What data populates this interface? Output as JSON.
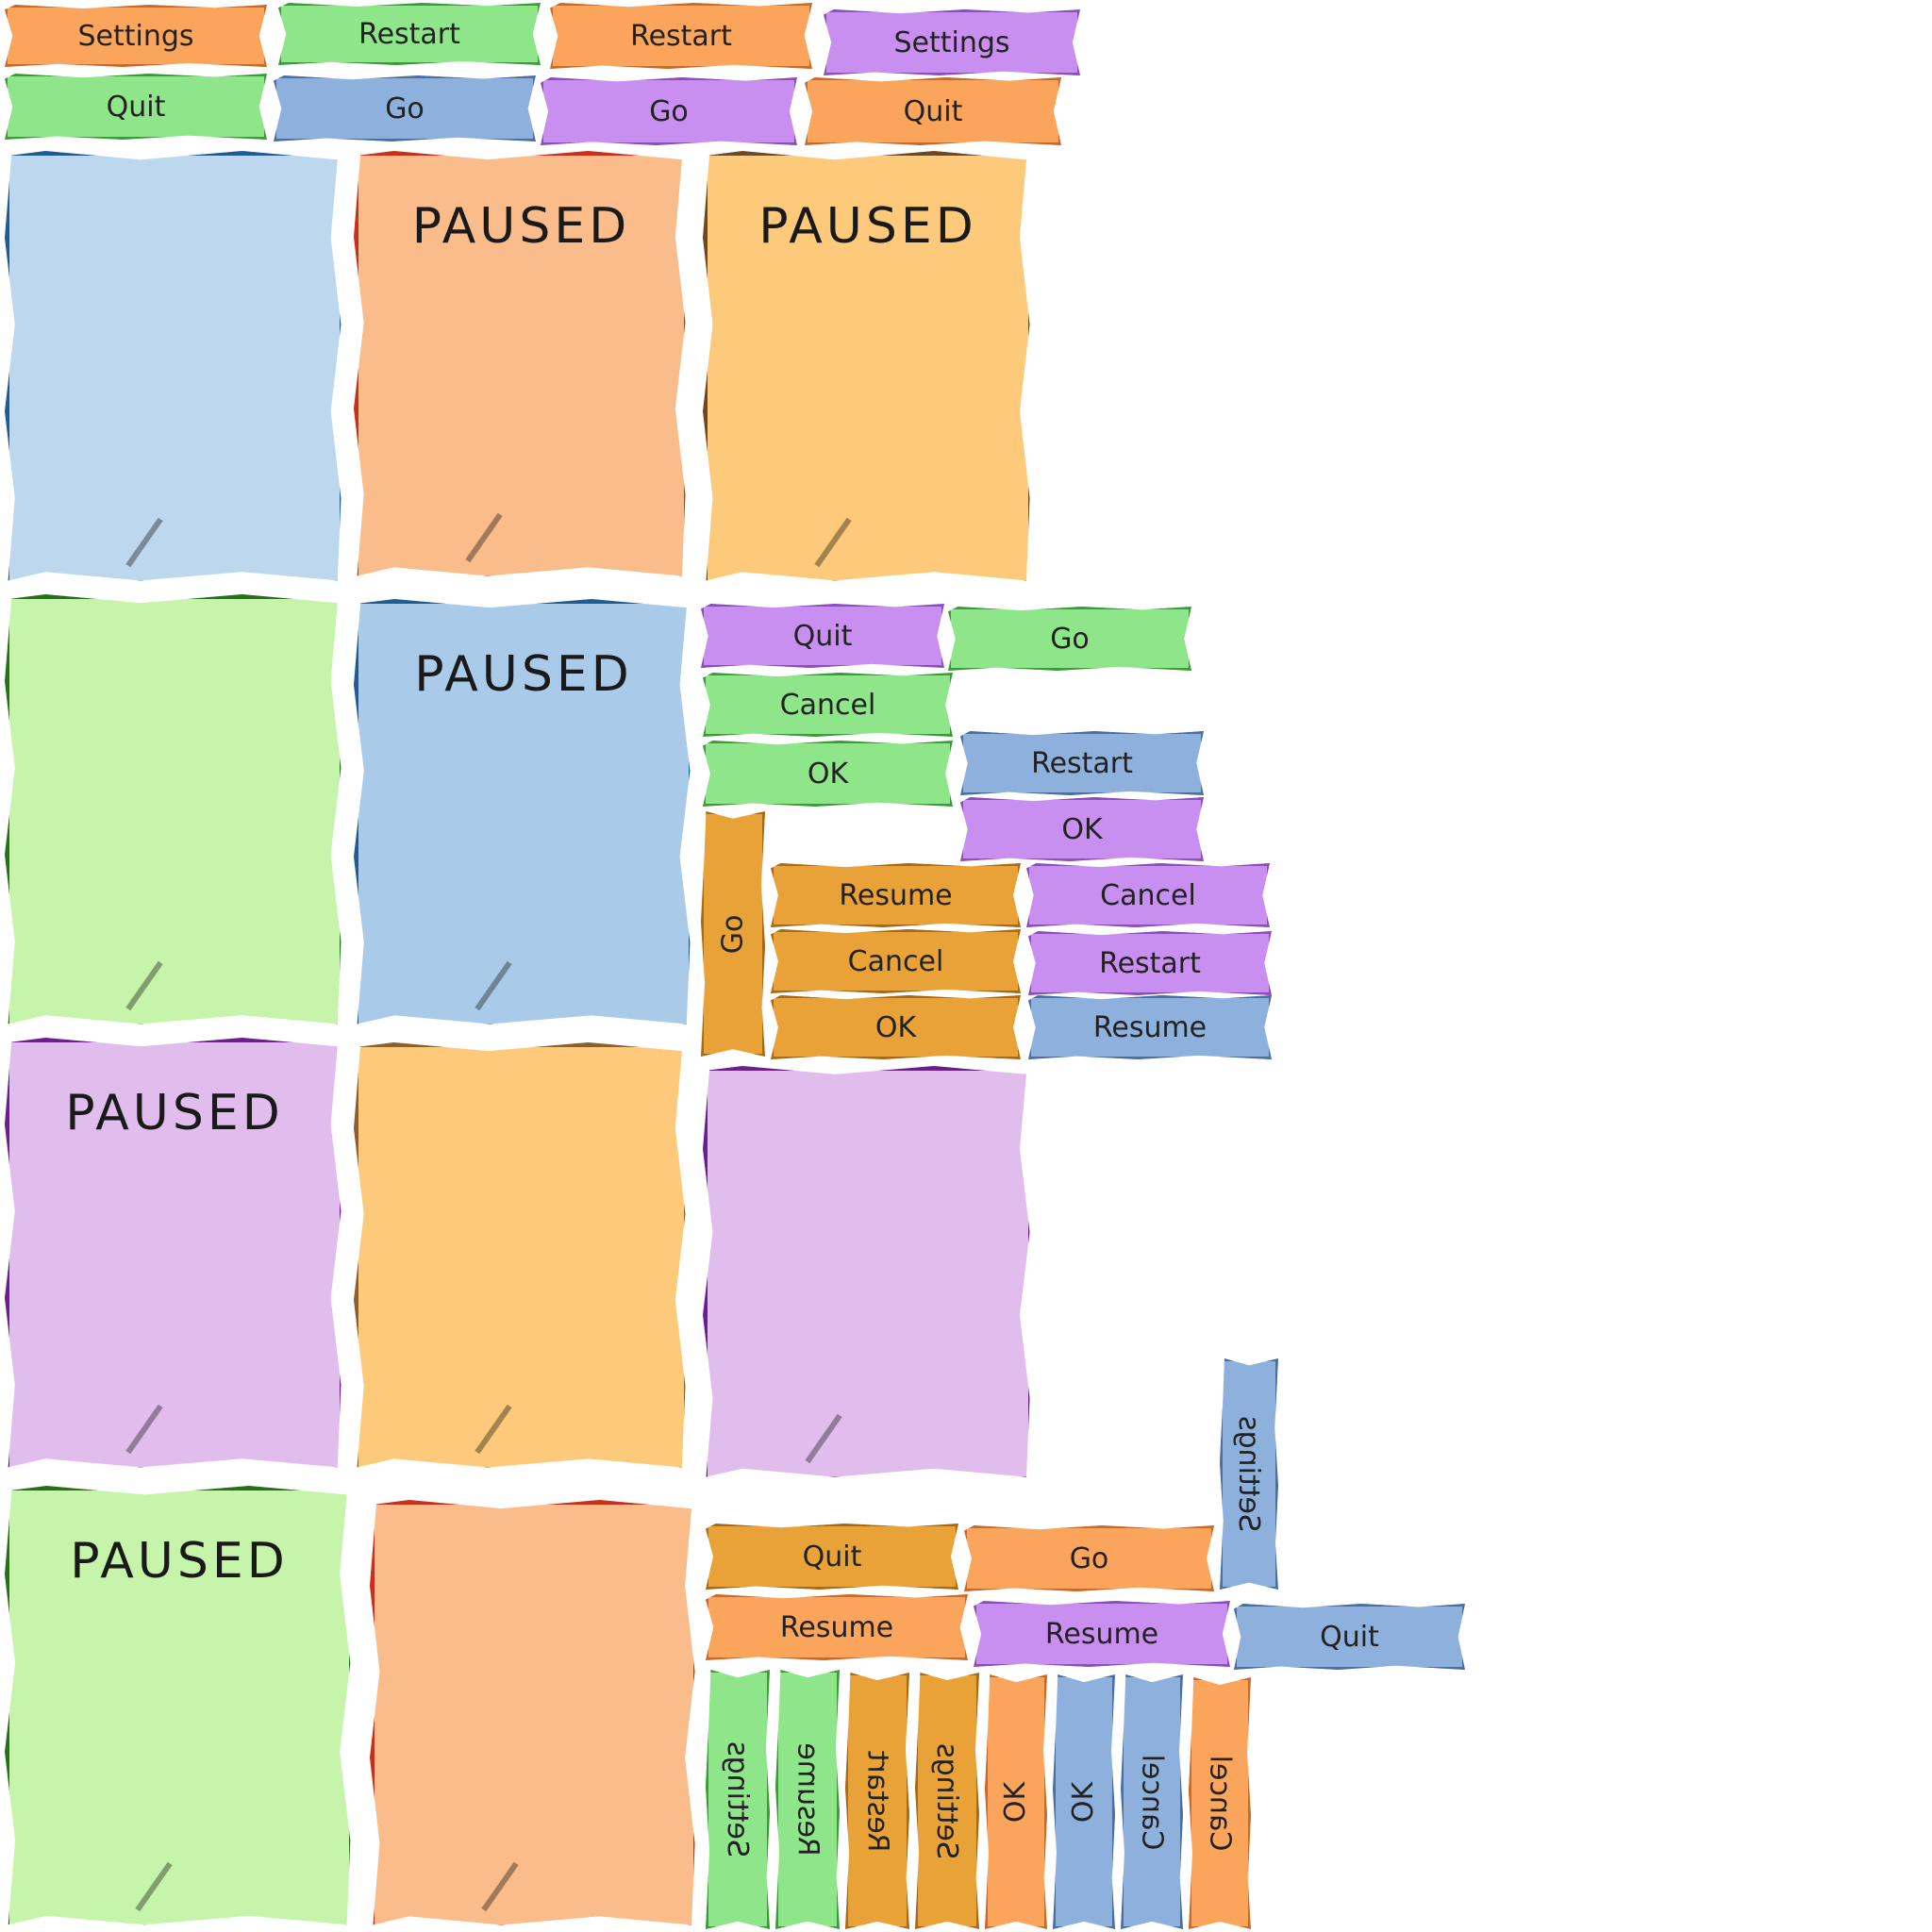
{
  "colors": {
    "orange": "#fba55c",
    "green": "#8fe58a",
    "purple": "#c88ff0",
    "blue": "#8eb0dc",
    "dark_orange": "#e9a237",
    "panel_lightblue": "#bcd7ee",
    "panel_blue": "#a9cbe9",
    "panel_salmon": "#f9bc8a",
    "panel_yellow": "#fdca7c",
    "panel_green": "#c6f4aa",
    "panel_purple": "#e1bdee",
    "border_blue": "#1f5c94",
    "border_red": "#c9301a",
    "border_brown": "#6b4a23",
    "border_green": "#2a6e1d",
    "border_purple": "#6a1f8c",
    "border_tan": "#8a6030"
  },
  "panels": {
    "title": "PAUSED"
  },
  "buttons": {
    "b1": "Settings",
    "b2": "Restart",
    "b3": "Restart",
    "b4": "Settings",
    "b5": "Quit",
    "b6": "Go",
    "b7": "Go",
    "b8": "Quit",
    "b9": "Quit",
    "b10": "Go",
    "b11": "Cancel",
    "b12": "OK",
    "b13": "Restart",
    "b14": "OK",
    "b15": "Resume",
    "b16": "Cancel",
    "b17": "Cancel",
    "b18": "Restart",
    "b19": "OK",
    "b20": "Resume",
    "b21": "Go",
    "b22": "Quit",
    "b23": "Go",
    "b24": "Resume",
    "b25": "Resume",
    "b26": "Quit",
    "b27": "Settings",
    "v1": "Settings",
    "v2": "Resume",
    "v3": "Restart",
    "v4": "Settings",
    "v5": "OK",
    "v6": "OK",
    "v7": "Cancel",
    "v8": "Cancel"
  }
}
